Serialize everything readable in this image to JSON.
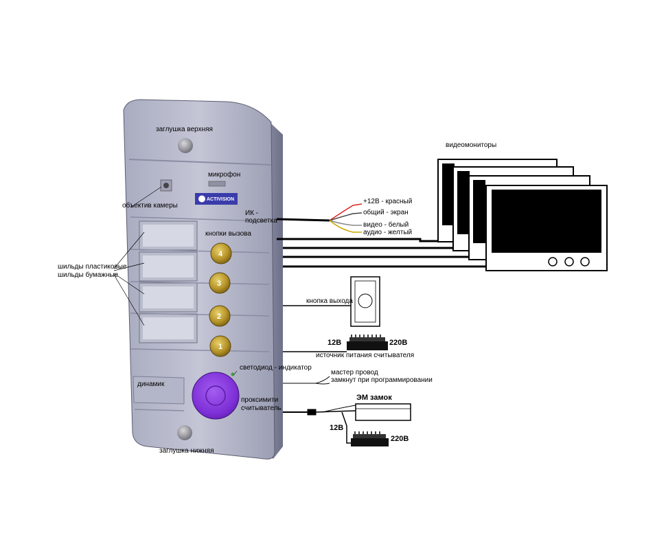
{
  "panel": {
    "brand": "ACTIVISION",
    "buttons": [
      "4",
      "3",
      "2",
      "1"
    ]
  },
  "labels": {
    "cap_top": "заглушка верхняя",
    "microphone": "микрофон",
    "camera_lens": "объектив камеры",
    "ir_1": "ИК -",
    "ir_2": "подсветка",
    "call_buttons": "кнопки вызова",
    "plates_plastic": "шильды пластиковые",
    "plates_paper": "шильды бумажные",
    "speaker": "динамик",
    "led": "светодиод - индикатор",
    "proximity_1": "проксимити",
    "proximity_2": "считыватель",
    "cap_bottom": "заглушка нижняя"
  },
  "wiring": {
    "monitors_title": "видеомониторы",
    "wire_plus12": "+12В  - красный",
    "wire_common": "общий - экран",
    "wire_video": "видео - белый",
    "wire_audio": "аудио - желтый",
    "exit_button": "кнопка выхода",
    "psu_12v": "12В",
    "psu_220v": "220В",
    "psu_caption": "источник питания считывателя",
    "master_1": "мастер провод",
    "master_2": "замкнут при программировании",
    "lock_title": "ЭМ замок",
    "lock_12v": "12В",
    "lock_220v": "220В"
  }
}
